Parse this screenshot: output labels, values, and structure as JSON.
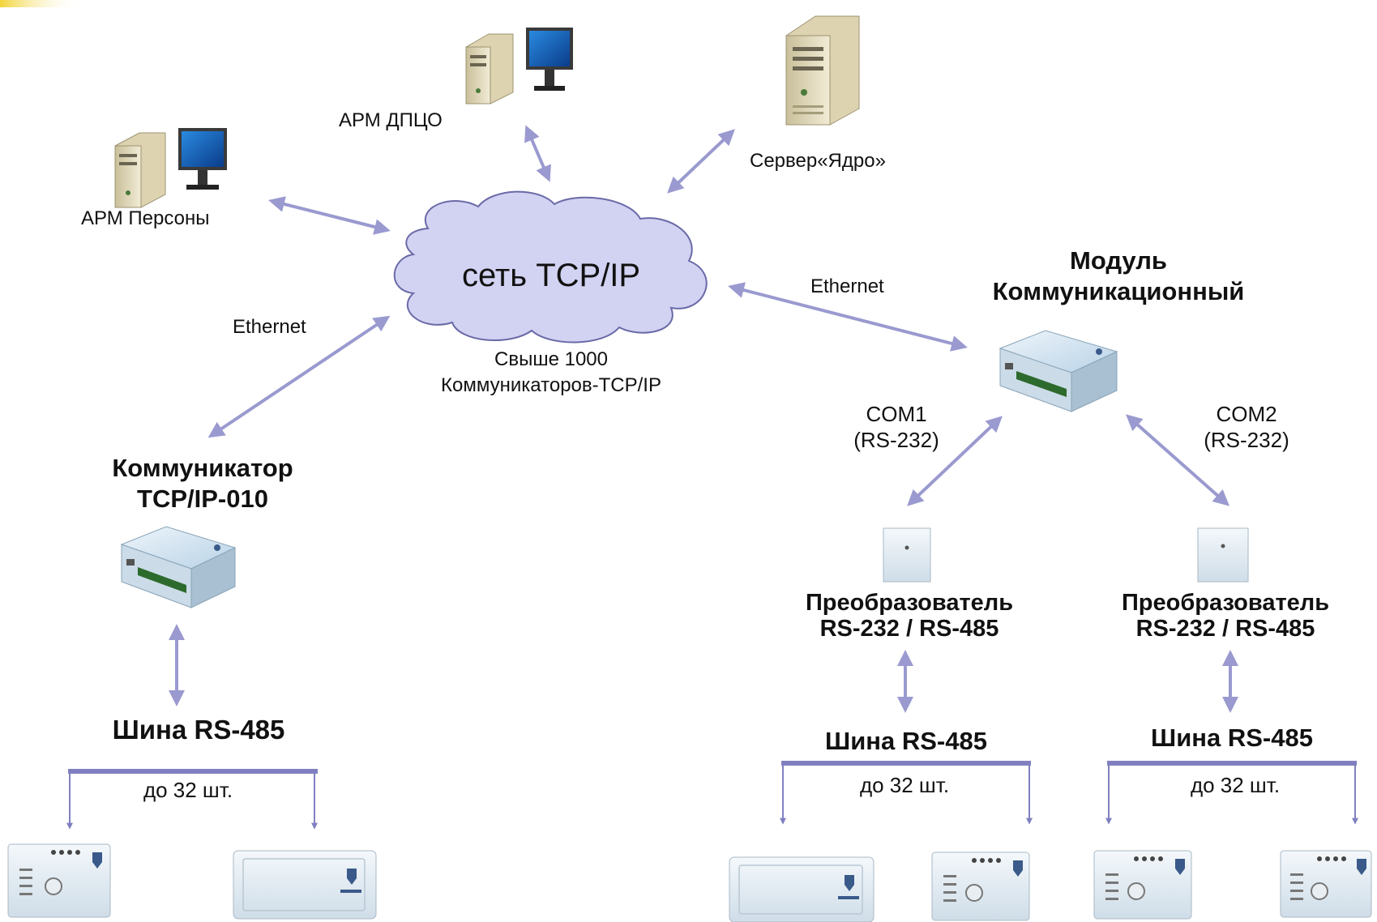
{
  "nodes": {
    "arm_personi": "АРМ Персоны",
    "arm_dpco": "АРМ ДПЦО",
    "server": "Сервер«Ядро»",
    "network": "сеть TCP/IP",
    "network_note_1": "Свыше 1000",
    "network_note_2": "Коммуникаторов-TCP/IP",
    "communicator_1": "Коммуникатор",
    "communicator_2": "TCP/IP-010",
    "module_1": "Модуль",
    "module_2": "Коммуникационный",
    "converter_1": "Преобразователь",
    "converter_2": "RS-232 / RS-485",
    "bus": "Шина RS-485",
    "bus_count": "до 32 шт."
  },
  "links": {
    "ethernet": "Ethernet",
    "com1_1": "COM1",
    "com2_1": "COM2",
    "com_2": "(RS-232)"
  },
  "colors": {
    "arrow": "#9a9ad0",
    "bus_line": "#8080c0",
    "cloud_fill": "#d2d2f2",
    "cloud_stroke": "#6a6aa8",
    "corner_accent": "#f2d43a"
  }
}
